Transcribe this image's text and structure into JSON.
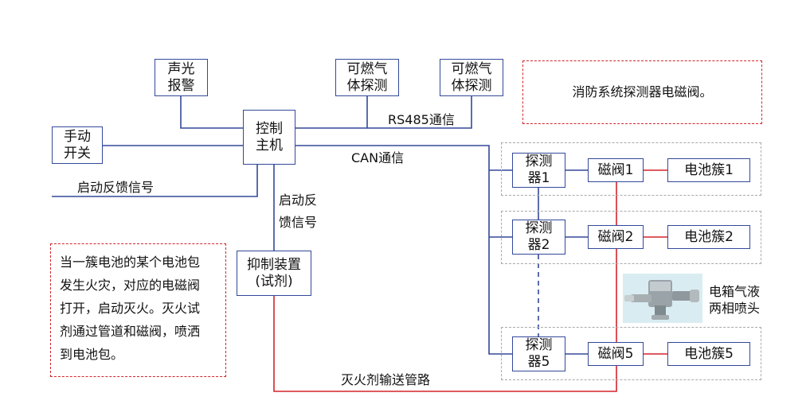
{
  "colors": {
    "line_blue": "#33499a",
    "pipe_red": "#d3242b",
    "group_gray": "#a9a9a9"
  },
  "boxes": {
    "alarm": "声光\n报警",
    "gas1": "可燃气\n体探测",
    "gas2": "可燃气\n体探测",
    "manual": "手动\n开关",
    "host": "控制\n主机",
    "suppress": "抑制装置\n(试剂)",
    "det1": "探测\n器1",
    "det2": "探测\n器2",
    "det5": "探测\n器5",
    "valve1": "磁阀1",
    "valve2": "磁阀2",
    "valve5": "磁阀5",
    "cluster1": "电池簇1",
    "cluster2": "电池簇2",
    "cluster5": "电池簇5"
  },
  "labels": {
    "rs485": "RS485通信",
    "can": "CAN通信",
    "feedback_left": "启动反馈信号",
    "feedback_down": "启动反\n馈信号",
    "pipe": "灭火剂输送管路",
    "nozzle": "电箱气液\n两相喷头"
  },
  "notes": {
    "legend": "消防系统探测器电磁阀。",
    "description": "当一簇电池的某个电池包\n发生火灾，对应的电磁阀\n打开，启动灭火。灭火试\n剂通过管道和磁阀，喷洒\n到电池包。"
  },
  "icons": {
    "nozzle": "spray-nozzle-photo"
  }
}
